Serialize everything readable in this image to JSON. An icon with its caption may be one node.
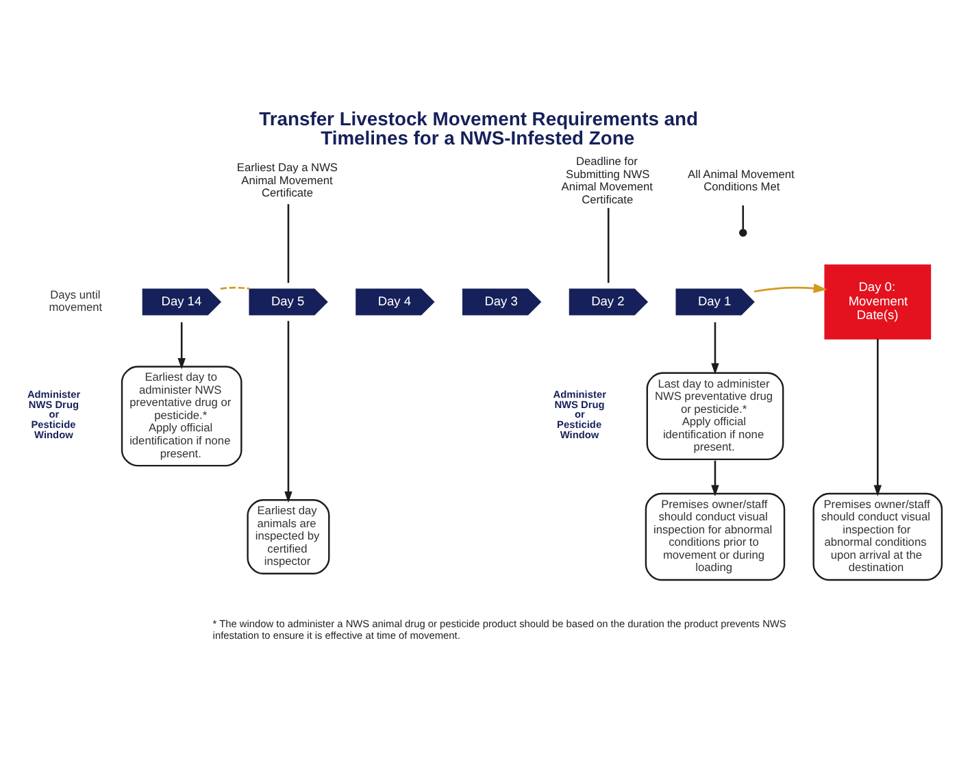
{
  "diagram": {
    "title": "Transfer Livestock Movement Requirements and Timelines for a NWS-Infested Zone",
    "nodes": [
      {
        "text": [
          "Earliest Day a NWS Animal Movement Certificate"
        ]
      },
      {
        "text": [
          "Deadline for Submitting NWS Animal Movement Certificate"
        ]
      },
      {
        "text": [
          "All Animal Movement Conditions Met"
        ]
      },
      {
        "text": [
          "Day 14"
        ]
      },
      {
        "text": [
          "Day 5"
        ]
      },
      {
        "text": [
          "Day 4"
        ]
      },
      {
        "text": [
          "Day 3"
        ]
      },
      {
        "text": [
          "Day 2"
        ]
      },
      {
        "text": [
          "Day 1"
        ]
      },
      {
        "text": [
          "Day 0: Movement Date(s)"
        ]
      },
      {
        "text": [
          "Earliest day to administer NWS preventative drug or pesticide.*",
          "Apply official identification if none present."
        ]
      },
      {
        "text": [
          "Last day to administer NWS preventative drug or pesticide.*",
          "Apply official identification if none present."
        ]
      },
      {
        "text": [
          "Earliest day animals are inspected by certified inspector"
        ]
      },
      {
        "text": [
          "Premises owner/staff should conduct visual inspection for abnormal conditions prior to movement or during loading"
        ]
      },
      {
        "text": [
          "Premises owner/staff should conduct visual inspection for abnormal conditions upon arrival at the destination"
        ]
      }
    ],
    "edges": [
      {
        "from": 3,
        "to": 4,
        "arrow": "none",
        "style": "dashed",
        "color": "#d49a1e"
      },
      {
        "from": 8,
        "to": 9,
        "arrow": "to",
        "color": "#d49a1e"
      },
      {
        "from": 0,
        "to": 4,
        "arrow": "none"
      },
      {
        "from": 1,
        "to": 7,
        "arrow": "none"
      },
      {
        "from": 2,
        "to": null,
        "arrow": "other"
      },
      {
        "from": 3,
        "to": 10,
        "arrow": "to"
      },
      {
        "from": 4,
        "to": 12,
        "arrow": "to"
      },
      {
        "from": 8,
        "to": 11,
        "arrow": "to"
      },
      {
        "from": 11,
        "to": 13,
        "arrow": "to"
      },
      {
        "from": 9,
        "to": 14,
        "arrow": "to"
      }
    ],
    "labels": [
      "Days until movement",
      "Administer NWS Drug or Pesticide Window",
      "Administer NWS Drug or Pesticide Window",
      "* The window to administer a NWS animal drug or pesticide product should be based on the duration the product prevents NWS infestation to ensure it is effective at time of movement."
    ]
  }
}
